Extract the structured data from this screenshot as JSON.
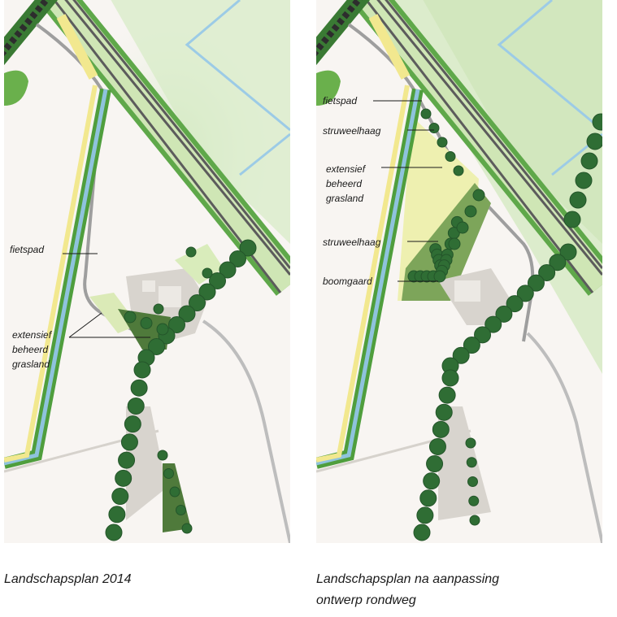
{
  "maps": {
    "left": {
      "labels": {
        "fietspad": "fietspad",
        "grasland": "extensief\nbeheerd\ngrasland"
      },
      "caption": "Landschapsplan 2014"
    },
    "right": {
      "labels": {
        "fietspad": "fietspad",
        "struweelhaag_1": "struweelhaag",
        "grasland": "extensief\nbeheerd\ngrasland",
        "struweelhaag_2": "struweelhaag",
        "boomgaard": "boomgaard"
      },
      "caption": "Landschapsplan na aanpassing\nontwerp rondweg"
    }
  },
  "colors": {
    "background": "#f8f5f2",
    "green_verge": "#8cc46e",
    "green_dark": "#4e8f3c",
    "water": "#8fc3dd",
    "road": "#5c5c5c",
    "yellow_grass": "#f2e88f",
    "tree": "#2f6d34",
    "orchard_field": "#7da55a",
    "building": "#e2ded8",
    "paved": "#d6d2cc"
  }
}
